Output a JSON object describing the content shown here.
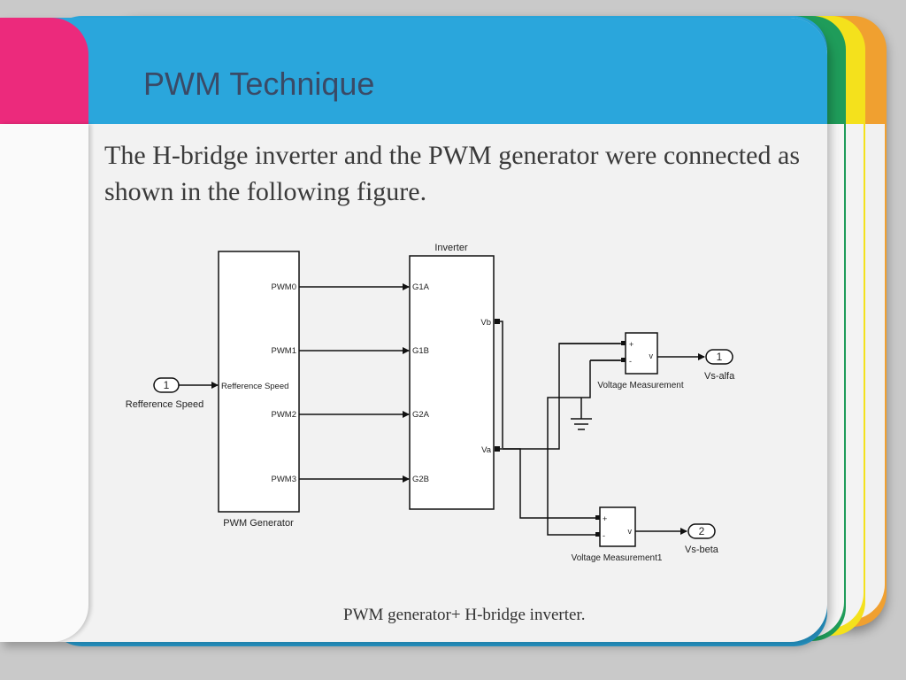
{
  "slide": {
    "title": "PWM Technique",
    "body": "The H-bridge inverter and the PWM generator were connected as shown in the following figure.",
    "caption": "PWM generator+ H-bridge inverter."
  },
  "diagram": {
    "input_port": {
      "number": "1",
      "label": "Refference Speed"
    },
    "pwm_generator": {
      "title": "PWM Generator",
      "input_label": "Refference Speed",
      "outputs": [
        "PWM0",
        "PWM1",
        "PWM2",
        "PWM3"
      ]
    },
    "inverter": {
      "title": "Inverter",
      "inputs": [
        "G1A",
        "G1B",
        "G2A",
        "G2B"
      ],
      "outputs": [
        "Vb",
        "Va"
      ]
    },
    "voltage_measurement": {
      "title": "Voltage Measurement",
      "plus": "+",
      "minus": "-",
      "v": "v"
    },
    "voltage_measurement1": {
      "title": "Voltage Measurement1",
      "plus": "+",
      "minus": "-",
      "v": "v"
    },
    "out_port1": {
      "number": "1",
      "label": "Vs-alfa"
    },
    "out_port2": {
      "number": "2",
      "label": "Vs-beta"
    }
  },
  "colors": {
    "accent_blue": "#2aa6dc",
    "accent_pink": "#ec2a7c",
    "accent_green": "#1f9c5a",
    "accent_yellow": "#f4e11c",
    "accent_orange": "#f0a030"
  }
}
